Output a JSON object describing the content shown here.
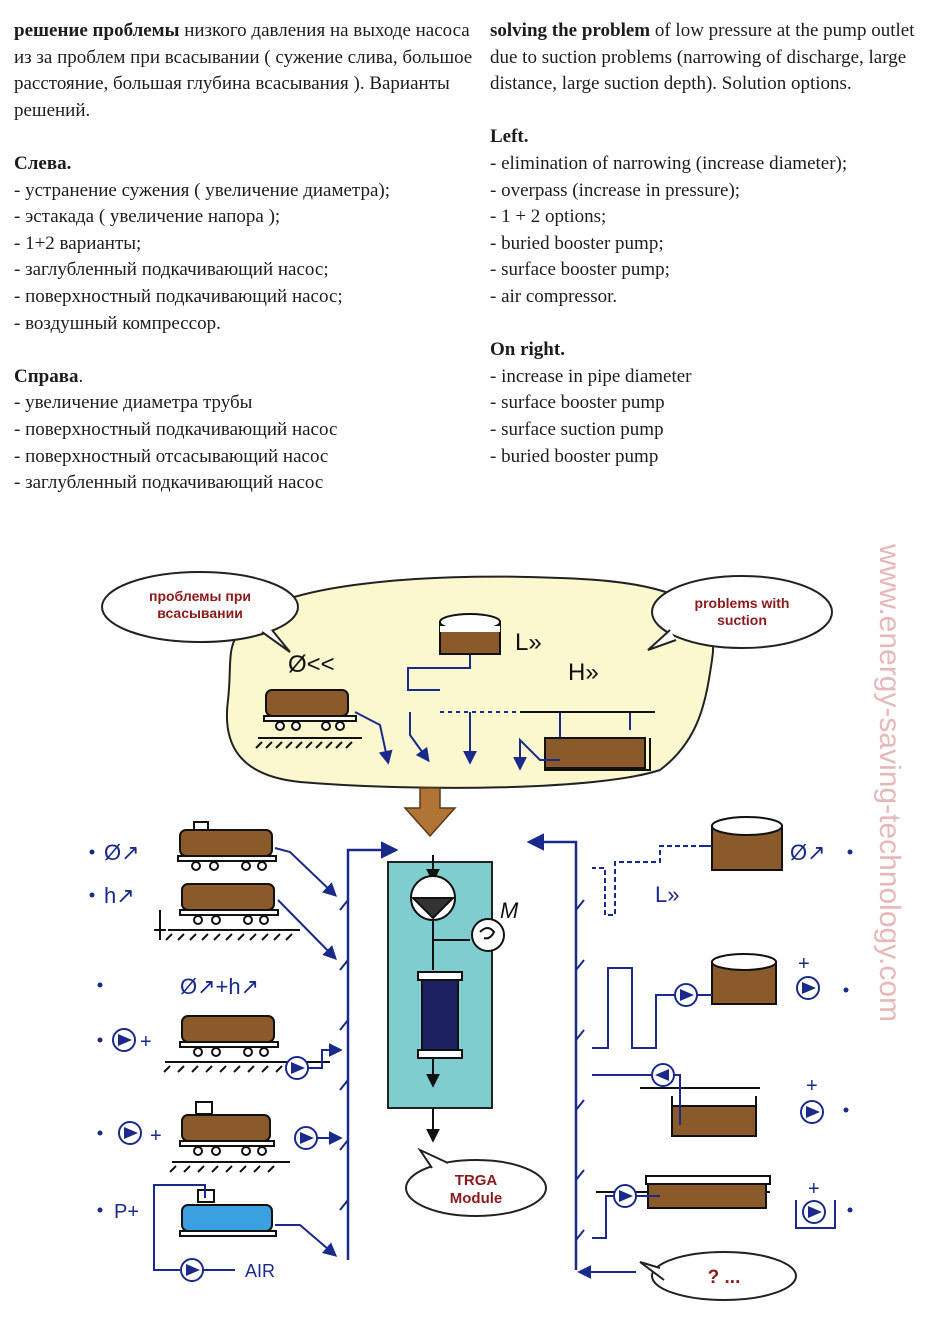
{
  "ru": {
    "intro_bold": "решение проблемы",
    "intro_rest": " низкого давления на выходе насоса из за проблем при всасывании ( сужение слива, большое расстояние, большая глубина всасывания ). Варианты решений.",
    "left_heading": "Слева.",
    "left_items": [
      "- устранение сужения ( увеличение диаметра);",
      "- эстакада ( увеличение напора );",
      "- 1+2 варианты;",
      "- заглубленный подкачивающий насос;",
      "- поверхностный подкачивающий насос;",
      "- воздушный компрессор."
    ],
    "right_heading": "Справа",
    "right_heading_dot": ".",
    "right_items": [
      "- увеличение диаметра трубы",
      "- поверхностный подкачивающий насос",
      "- поверхностный отсасывающий насос",
      "- заглубленный подкачивающий насос"
    ]
  },
  "en": {
    "intro_bold": "solving the problem",
    "intro_rest": " of low pressure at the pump outlet due to suction problems (narrowing of discharge, large distance, large suction depth).  Solution options.",
    "left_heading": "Left.",
    "left_items": [
      "- elimination of narrowing (increase diameter);",
      "- overpass (increase in pressure);",
      "- 1 + 2 options;",
      "- buried booster pump;",
      "- surface booster pump;",
      "- air compressor."
    ],
    "right_heading": "On right.",
    "right_items": [
      "- increase in pipe diameter",
      "- surface booster pump",
      "- surface suction pump",
      "- buried booster pump"
    ]
  },
  "diagram": {
    "bubble_ru_line1": "проблемы при",
    "bubble_ru_line2": "всасывании",
    "bubble_en_line1": "problems with",
    "bubble_en_line2": "suction",
    "label_diam_small": "Ø<<",
    "label_length": "L»",
    "label_height": "H»",
    "label_m": "M",
    "module_line1": "TRGA",
    "module_line2": "Module",
    "question": "? ...",
    "air": "AIR",
    "left_labels": [
      "Ø↗",
      "h↗",
      "Ø↗+h↗",
      "+",
      "+",
      "P+"
    ],
    "right_labels": [
      "Ø↗",
      "L»",
      "+",
      "+",
      "+"
    ],
    "watermark": "www.energy-saving-technology.com",
    "colors": {
      "bubble_fill": "#fbf7cf",
      "liquid": "#8a5a2b",
      "module_fill": "#80cdd0",
      "arrow_down": "#b07535",
      "ink_blue": "#1a2a8a",
      "watermark": "#e6b8b8",
      "bubble_text": "#8b1a1a"
    }
  }
}
